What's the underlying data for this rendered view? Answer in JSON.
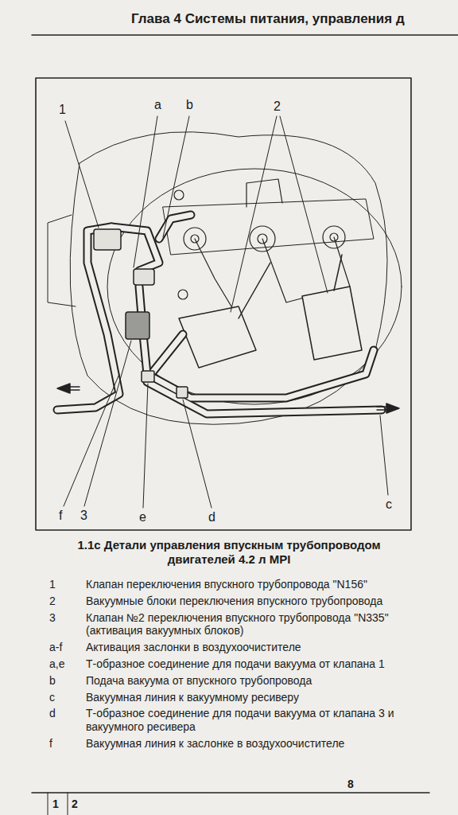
{
  "diagram": {
    "caption": "1.1c Детали управления впускным трубопроводом двигателей 4.2 л MPI",
    "labels": [
      "Глава 4 Системы питания, управления д",
      "1",
      "a",
      "b",
      "2",
      "f",
      "3",
      "e",
      "d",
      "c",
      "1",
      "Клапан переключения впускного трубопровода \"N156\"",
      "2",
      "Вакуумные блоки переключения впускного трубопровода",
      "3",
      "Клапан №2 переключения впускного трубопровода \"N335\" (активация вакуумных блоков)",
      "a-f",
      "Активация заслонки в воздухоочистителе",
      "a,e",
      "Т-образное соединение для подачи вакуума от клапана 1",
      "b",
      "Подача вакуума от впускного трубопровода",
      "c",
      "Вакуумная линия к вакуумному ресиверу",
      "d",
      "Т-образное соединение для подачи вакуума от клапана 3 и вакуумного ресивера",
      "f",
      "Вакуумная линия к заслонке в воздухоочистителе",
      "8",
      "1",
      "2"
    ]
  }
}
